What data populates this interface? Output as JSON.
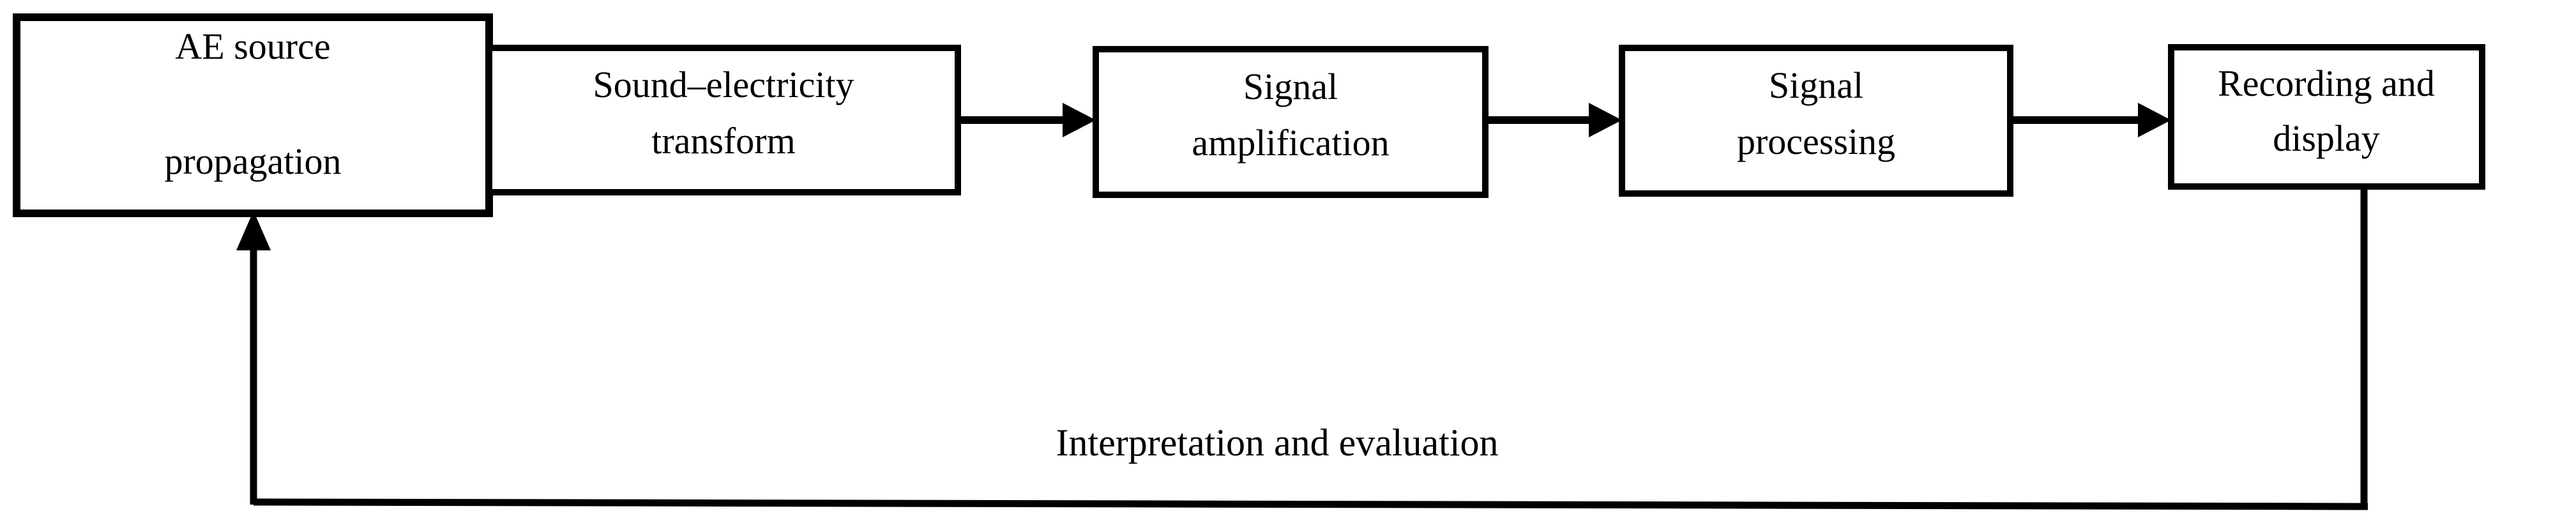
{
  "diagram": {
    "type": "flowchart",
    "orientation": "left-to-right with feedback loop",
    "background_color": "#ffffff",
    "stroke_color": "#000000",
    "text_color": "#000000",
    "nodes": [
      {
        "id": "ae-source-propagation",
        "line1": "AE source",
        "line2": "propagation",
        "shape": "rectangle"
      },
      {
        "id": "sound-electricity-transform",
        "line1": "Sound–electricity",
        "line2": "transform",
        "shape": "rectangle"
      },
      {
        "id": "signal-amplification",
        "line1": "Signal",
        "line2": "amplification",
        "shape": "rectangle"
      },
      {
        "id": "signal-processing",
        "line1": "Signal",
        "line2": "processing",
        "shape": "rectangle"
      },
      {
        "id": "recording-and-display",
        "line1": "Recording and",
        "line2": "display",
        "shape": "rectangle"
      }
    ],
    "edges": [
      {
        "id": "edge-1",
        "from": "ae-source-propagation",
        "to": "sound-electricity-transform",
        "label": "",
        "arrow": "none-adjacent"
      },
      {
        "id": "edge-2",
        "from": "sound-electricity-transform",
        "to": "signal-amplification",
        "label": "",
        "arrow": "single"
      },
      {
        "id": "edge-3",
        "from": "signal-amplification",
        "to": "signal-processing",
        "label": "",
        "arrow": "single"
      },
      {
        "id": "edge-4",
        "from": "signal-processing",
        "to": "recording-and-display",
        "label": "",
        "arrow": "single"
      },
      {
        "id": "edge-feedback",
        "from": "recording-and-display",
        "to": "ae-source-propagation",
        "label": "Interpretation and evaluation",
        "arrow": "single"
      }
    ]
  }
}
